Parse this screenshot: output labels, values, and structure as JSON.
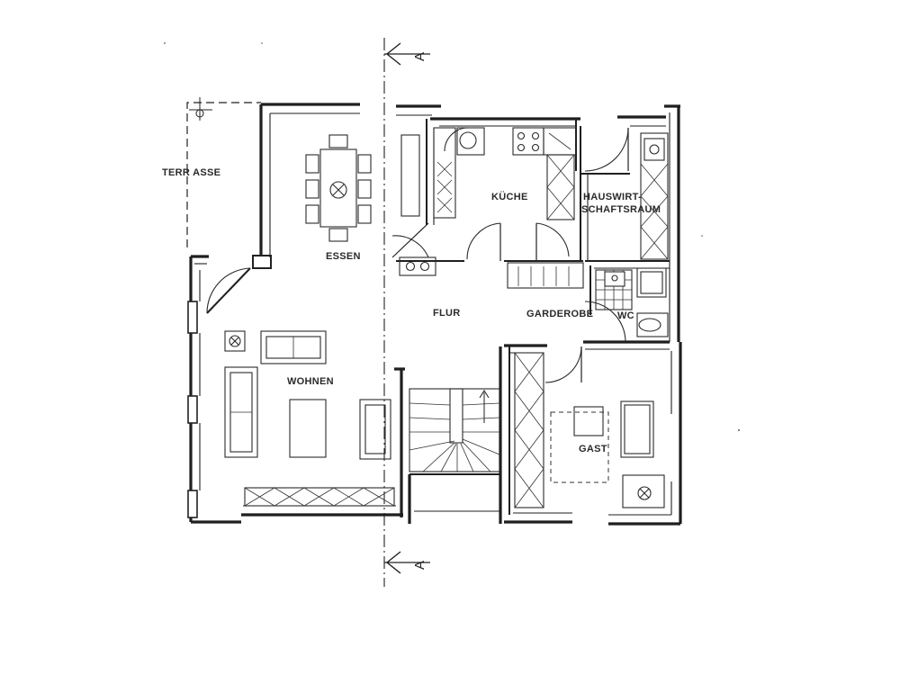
{
  "rooms": {
    "terrasse": "TERR ASSE",
    "essen": "ESSEN",
    "kueche": "KÜCHE",
    "hauswirtschaftsraum_line1": "HAUSWIRT-",
    "hauswirtschaftsraum_line2": "SCHAFTSRAUM",
    "flur": "FLUR",
    "garderobe": "GARDEROBE",
    "wc": "WC",
    "wohnen": "WOHNEN",
    "gast": "GAST"
  },
  "section_marks": {
    "top": "A",
    "bottom": "A"
  }
}
